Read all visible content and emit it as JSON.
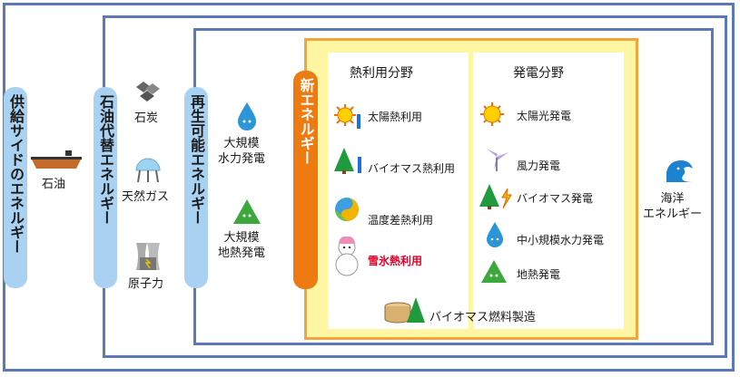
{
  "outer_labels": {
    "supply": "供給サイドのエネルギー",
    "alternative": "石油代替エネルギー",
    "renewable": "再生可能エネルギー",
    "new": "新エネルギー"
  },
  "supply_items": [
    "石油"
  ],
  "alternative_items": [
    "石炭",
    "天然ガス",
    "原子力"
  ],
  "renewable_items": [
    "大規模\n水力発電",
    "大規模\n地熱発電"
  ],
  "heat": {
    "title": "熱利用分野",
    "items": [
      "太陽熱利用",
      "バイオマス熱利用",
      "温度差熱利用",
      "雪氷熱利用"
    ]
  },
  "power": {
    "title": "発電分野",
    "items": [
      "太陽光発電",
      "風力発電",
      "バイオマス発電",
      "中小規模水力発電",
      "地熱発電"
    ]
  },
  "shared_item": "バイオマス燃料製造",
  "ocean": "海洋\nエネルギー",
  "colors": {
    "frame": "#5b78b8",
    "pill": "#a9d2f2",
    "new_pill": "#ee7a12",
    "yellow_bg": "#fff6a3",
    "yellow_border": "#f2a53a",
    "highlight_text": "#e0002a"
  }
}
